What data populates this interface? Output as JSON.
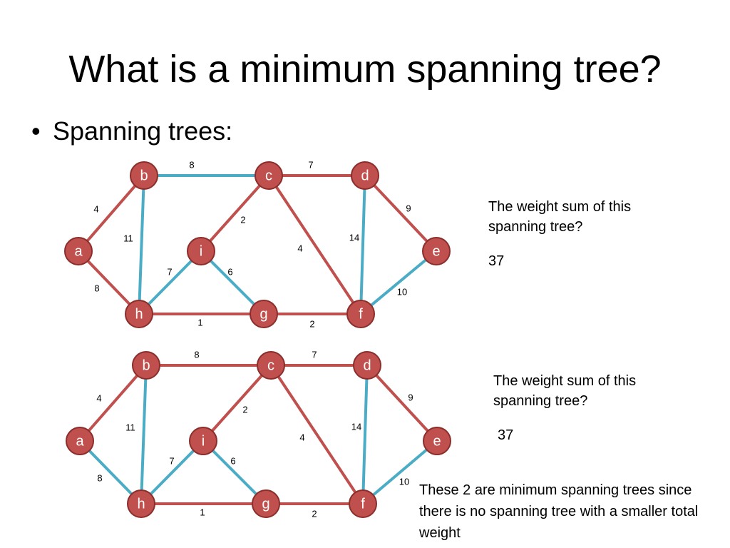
{
  "title": "What is a minimum spanning tree?",
  "bullet": "Spanning trees:",
  "colors": {
    "tree_edge": "#4bacc6",
    "other_edge": "#c0504d",
    "node_fill": "#c0504d",
    "node_stroke": "#8b2e2b",
    "node_text": "#ffffff"
  },
  "graphs": [
    {
      "nodes": [
        {
          "id": "b",
          "label": "b"
        },
        {
          "id": "c",
          "label": "c"
        },
        {
          "id": "d",
          "label": "d"
        },
        {
          "id": "a",
          "label": "a"
        },
        {
          "id": "i",
          "label": "i"
        },
        {
          "id": "e",
          "label": "e"
        },
        {
          "id": "h",
          "label": "h"
        },
        {
          "id": "g",
          "label": "g"
        },
        {
          "id": "f",
          "label": "f"
        }
      ],
      "edges": [
        {
          "from": "b",
          "to": "c",
          "weight": "8",
          "in_tree": true
        },
        {
          "from": "c",
          "to": "d",
          "weight": "7",
          "in_tree": false
        },
        {
          "from": "a",
          "to": "b",
          "weight": "4",
          "in_tree": false
        },
        {
          "from": "b",
          "to": "h",
          "weight": "11",
          "in_tree": true
        },
        {
          "from": "c",
          "to": "i",
          "weight": "2",
          "in_tree": false
        },
        {
          "from": "c",
          "to": "f",
          "weight": "4",
          "in_tree": false
        },
        {
          "from": "d",
          "to": "f",
          "weight": "14",
          "in_tree": true
        },
        {
          "from": "d",
          "to": "e",
          "weight": "9",
          "in_tree": false
        },
        {
          "from": "a",
          "to": "h",
          "weight": "8",
          "in_tree": false
        },
        {
          "from": "i",
          "to": "h",
          "weight": "7",
          "in_tree": true
        },
        {
          "from": "i",
          "to": "g",
          "weight": "6",
          "in_tree": true
        },
        {
          "from": "e",
          "to": "f",
          "weight": "10",
          "in_tree": true
        },
        {
          "from": "h",
          "to": "g",
          "weight": "1",
          "in_tree": false
        },
        {
          "from": "g",
          "to": "f",
          "weight": "2",
          "in_tree": false
        }
      ],
      "question": "The weight sum of this spanning tree?",
      "answer": "37"
    },
    {
      "nodes": [
        {
          "id": "b",
          "label": "b"
        },
        {
          "id": "c",
          "label": "c"
        },
        {
          "id": "d",
          "label": "d"
        },
        {
          "id": "a",
          "label": "a"
        },
        {
          "id": "i",
          "label": "i"
        },
        {
          "id": "e",
          "label": "e"
        },
        {
          "id": "h",
          "label": "h"
        },
        {
          "id": "g",
          "label": "g"
        },
        {
          "id": "f",
          "label": "f"
        }
      ],
      "edges": [
        {
          "from": "b",
          "to": "c",
          "weight": "8",
          "in_tree": false
        },
        {
          "from": "c",
          "to": "d",
          "weight": "7",
          "in_tree": false
        },
        {
          "from": "a",
          "to": "b",
          "weight": "4",
          "in_tree": false
        },
        {
          "from": "b",
          "to": "h",
          "weight": "11",
          "in_tree": true
        },
        {
          "from": "c",
          "to": "i",
          "weight": "2",
          "in_tree": false
        },
        {
          "from": "c",
          "to": "f",
          "weight": "4",
          "in_tree": false
        },
        {
          "from": "d",
          "to": "f",
          "weight": "14",
          "in_tree": true
        },
        {
          "from": "d",
          "to": "e",
          "weight": "9",
          "in_tree": false
        },
        {
          "from": "a",
          "to": "h",
          "weight": "8",
          "in_tree": true
        },
        {
          "from": "i",
          "to": "h",
          "weight": "7",
          "in_tree": true
        },
        {
          "from": "i",
          "to": "g",
          "weight": "6",
          "in_tree": true
        },
        {
          "from": "e",
          "to": "f",
          "weight": "10",
          "in_tree": true
        },
        {
          "from": "h",
          "to": "g",
          "weight": "1",
          "in_tree": false
        },
        {
          "from": "g",
          "to": "f",
          "weight": "2",
          "in_tree": false
        }
      ],
      "question": "The weight sum of this spanning tree?",
      "answer": "37"
    }
  ],
  "conclusion": "These 2 are minimum spanning trees since there is no spanning tree with a smaller total weight"
}
